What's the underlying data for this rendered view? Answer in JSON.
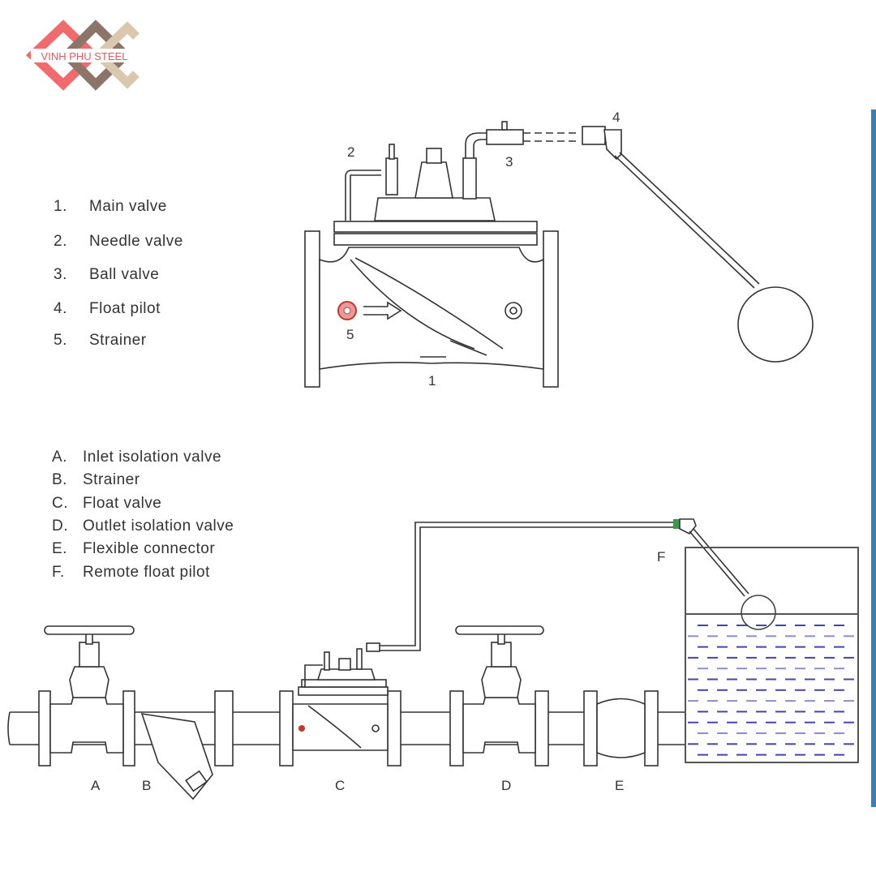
{
  "logo": {
    "text": "VINH PHU STEEL",
    "colors": [
      "#f06a6e",
      "#8c7468",
      "#d9c7ae"
    ]
  },
  "top_legend": [
    {
      "num": "1.",
      "label": "Main valve"
    },
    {
      "num": "2.",
      "label": "Needle valve"
    },
    {
      "num": "3.",
      "label": "Ball valve"
    },
    {
      "num": "4.",
      "label": "Float pilot"
    },
    {
      "num": "5.",
      "label": "Strainer"
    }
  ],
  "top_callouts": {
    "c1": "1",
    "c2": "2",
    "c3": "3",
    "c4": "4",
    "c5": "5"
  },
  "bottom_legend": [
    {
      "letter": "A.",
      "label": "Inlet  isolation  valve"
    },
    {
      "letter": "B.",
      "label": "Strainer"
    },
    {
      "letter": "C.",
      "label": "Float  valve"
    },
    {
      "letter": "D.",
      "label": "Outlet  isolation  valve"
    },
    {
      "letter": "E.",
      "label": "Flexible  connector"
    },
    {
      "letter": "F.",
      "label": "Remote  float pilot"
    }
  ],
  "bottom_callouts": {
    "A": "A",
    "B": "B",
    "C": "C",
    "D": "D",
    "E": "E",
    "F": "F"
  },
  "colors": {
    "water": "#2f2fa8",
    "strainer": "#d9534f",
    "accent": "#3d7fae"
  }
}
